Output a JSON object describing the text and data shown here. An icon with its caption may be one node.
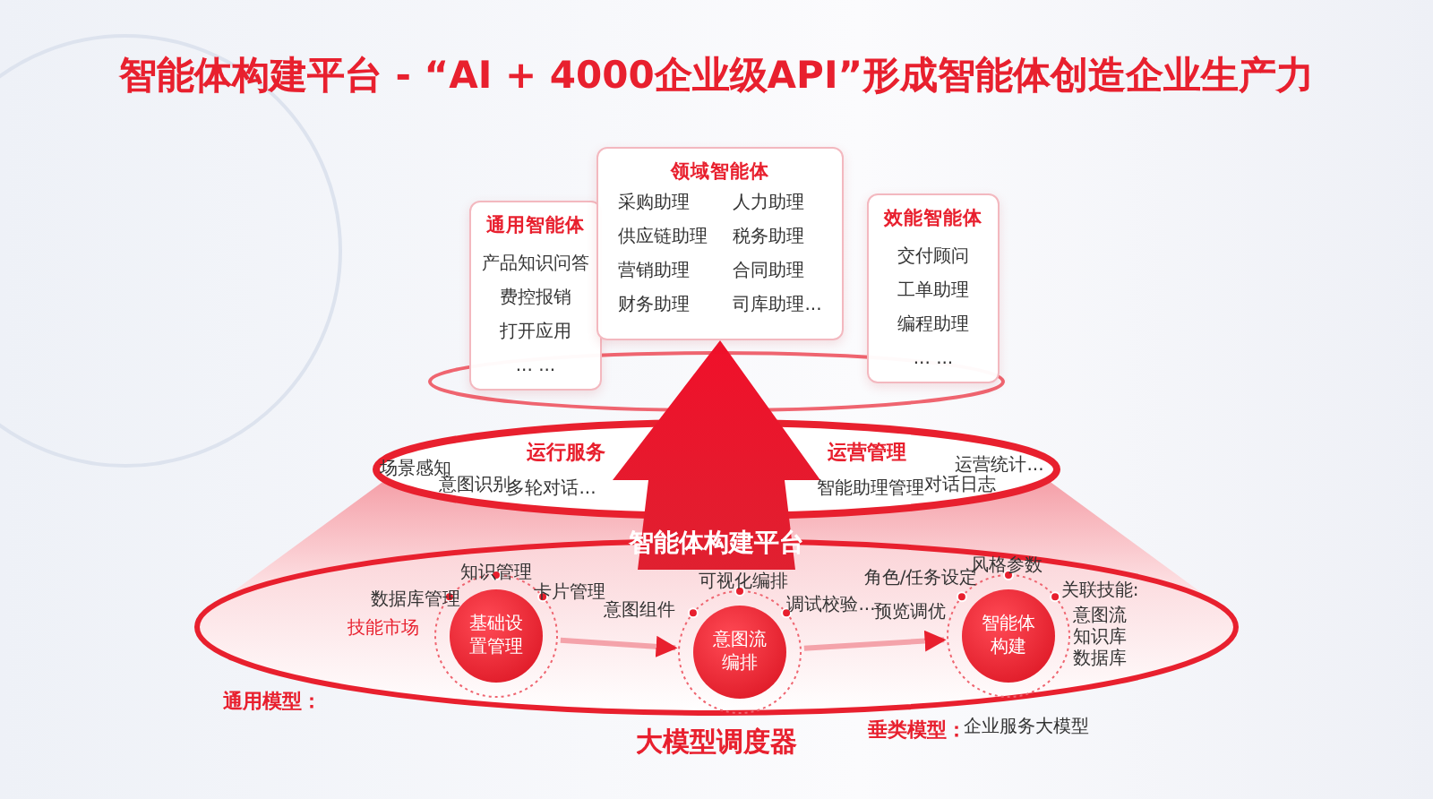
{
  "diagram": {
    "title": "智能体构建平台 - “AI + 4000企业级API”形成智能体创造企业生产力",
    "nodes": [
      {
        "text": [
          "通用智能体",
          "产品知识问答",
          "费控报销",
          "打开应用",
          "... ..."
        ]
      },
      {
        "text": [
          "领域智能体",
          "采购助理",
          "人力助理",
          "供应链助理",
          "税务助理",
          "营销助理",
          "合同助理",
          "财务助理",
          "司库助理..."
        ]
      },
      {
        "text": [
          "效能智能体",
          "交付顾问",
          "工单助理",
          "编程助理",
          "... ..."
        ]
      },
      {
        "text": [
          "基础设置管理"
        ],
        "beside": [
          "知识管理",
          "数据库管理",
          "卡片管理",
          "技能市场"
        ]
      },
      {
        "text": [
          "意图流编排"
        ],
        "beside": [
          "可视化编排",
          "意图组件",
          "调试校验..."
        ]
      },
      {
        "text": [
          "智能体构建"
        ],
        "beside": [
          "风格参数",
          "角色/任务设定",
          "预览调优",
          "关联技能:",
          "意图流",
          "知识库",
          "数据库"
        ]
      }
    ],
    "edges": [
      {
        "from": 3,
        "to": 4,
        "arrow": "to"
      },
      {
        "from": 4,
        "to": 5,
        "arrow": "to"
      },
      {
        "from": null,
        "to": 1,
        "arrow": "to",
        "style": "thick"
      }
    ],
    "labels": [
      "运行服务",
      "场景感知",
      "意图识别",
      "多轮对话...",
      "运营管理",
      "运营统计...",
      "智能助理管理",
      "对话日志",
      "智能体构建平台",
      "通用模型：",
      "大模型调度器",
      "垂类模型：",
      "企业服务大模型"
    ]
  }
}
